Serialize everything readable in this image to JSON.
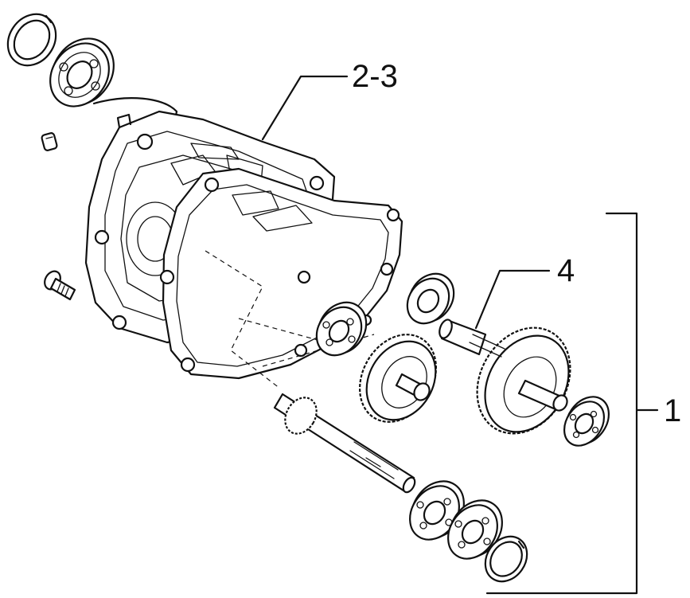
{
  "callouts": {
    "gearbox_assembly": "1",
    "cover_gasket": "2-3",
    "shaft_gear": "4"
  }
}
